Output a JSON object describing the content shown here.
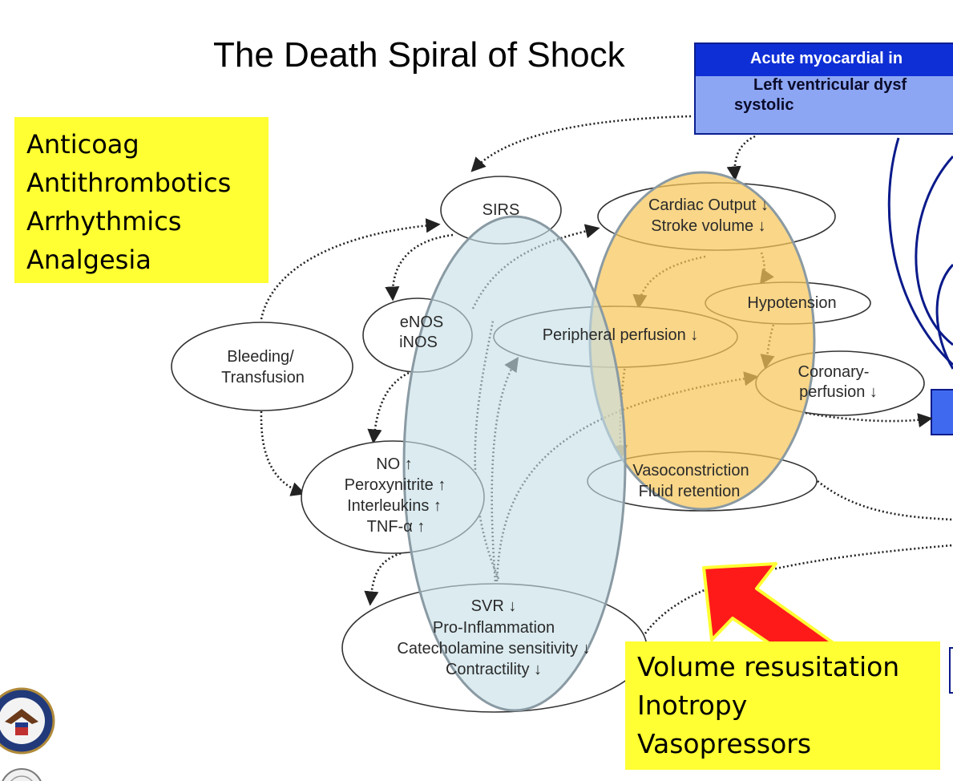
{
  "title": "The Death Spiral of Shock",
  "left_box": {
    "lines": [
      "Anticoag",
      "Antithrombotics",
      "Arrhythmics",
      "Analgesia"
    ]
  },
  "right_box": {
    "lines": [
      "Volume resusitation",
      "Inotropy",
      "Vasopressors"
    ]
  },
  "blue_box": {
    "header": "Acute myocardial in",
    "line1": "Left ventricular dysf",
    "line2": "systolic"
  },
  "nodes": {
    "sirs": [
      "SIRS"
    ],
    "cardiac_output": [
      "Cardiac Output ↓",
      "Stroke volume ↓"
    ],
    "hypotension": [
      "Hypotension"
    ],
    "enos": [
      "eNOS",
      "iNOS"
    ],
    "peripheral": [
      "Peripheral perfusion ↓"
    ],
    "bleeding": [
      "Bleeding/",
      "Transfusion"
    ],
    "coronary": [
      "Coronary-",
      "perfusion ↓"
    ],
    "no": [
      "NO ↑",
      "Peroxynitrite ↑",
      "Interleukins ↑",
      "TNF-α ↑"
    ],
    "vaso": [
      "Vasoconstriction",
      "Fluid retention"
    ],
    "svr": [
      "SVR ↓",
      "Pro-Inflammation",
      "Catecholamine sensitivity ↓",
      "Contractility ↓"
    ]
  },
  "colors": {
    "yellow_box": "#ffff33",
    "blue_header": "#0f2fd6",
    "blue_body": "#8ca6f4",
    "orange_overlay": "#f7c65a",
    "lightblue_overlay": "#c5dfe6",
    "red_arrow": "#ff1a1a"
  },
  "icons": [
    "va-seal-icon",
    "university-seal-icon"
  ]
}
